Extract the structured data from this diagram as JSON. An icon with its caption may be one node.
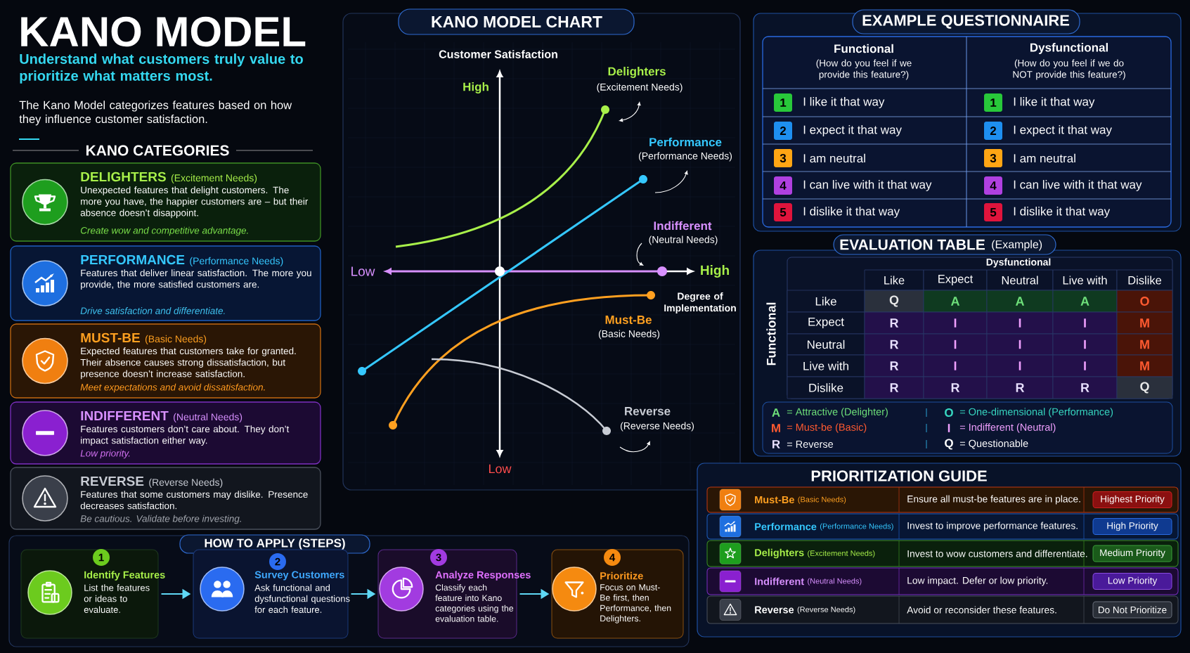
{
  "diagram": {
    "title": "KANO MODEL",
    "nodes": [
      {
        "text": [
          "DELIGHTERS",
          "(Excitement Needs)",
          "Unexpected features that delight customers. The more you have, the happier customers are – but their absence doesn’t disappoint.",
          "Create wow and competitive advantage."
        ]
      },
      {
        "text": [
          "PERFORMANCE",
          "(Performance Needs)",
          "Features that deliver linear satisfaction. The more you provide, the more satisfied customers are.",
          "Drive satisfaction and differentiate."
        ]
      },
      {
        "text": [
          "MUST-BE",
          "(Basic Needs)",
          "Expected features that customers take for granted. Their absence causes strong dissatisfaction, but presence doesn’t increase satisfaction.",
          "Meet expectations and avoid dissatisfaction."
        ]
      },
      {
        "text": [
          "INDIFFERENT",
          "(Neutral Needs)",
          "Features customers don’t care about. They don’t impact satisfaction either way.",
          "Low priority."
        ]
      },
      {
        "text": [
          "REVERSE",
          "(Reverse Needs)",
          "Features that some customers may dislike. Presence decreases satisfaction.",
          "Be cautious. Validate before investing."
        ]
      },
      {
        "text": [
          "HOW TO APPLY (STEPS)"
        ]
      },
      {
        "text": [
          "1",
          "Identify Features",
          "List the features or ideas to evaluate."
        ],
        "in": 5
      },
      {
        "text": [
          "2",
          "Survey Customers",
          "Ask functional and dysfunctional questions for each feature."
        ],
        "in": 5
      },
      {
        "text": [
          "3",
          "Analyze Responses",
          "Classify each feature into Kano categories using the evaluation table."
        ],
        "in": 5
      },
      {
        "text": [
          "4",
          "Prioritize",
          "Focus on Must-Be first, then Performance, then Delighters."
        ],
        "in": 5
      }
    ],
    "edges": [
      {
        "from": 6,
        "to": 7,
        "arrow": "to"
      },
      {
        "from": 7,
        "to": 8,
        "arrow": "to"
      },
      {
        "from": 8,
        "to": 9,
        "arrow": "to"
      }
    ],
    "labels": [
      "Understand what customers truly value to prioritize what matters most.",
      "The Kano Model categorizes features based on how they influence customer satisfaction.",
      "KANO CATEGORIES",
      "KANO MODEL CHART",
      "Customer Satisfaction",
      "High",
      "Delighters",
      "(Excitement Needs)",
      "Performance",
      "(Performance Needs)",
      "Indifferent",
      "(Neutral Needs)",
      "Low",
      "High",
      "Degree of Implementation",
      "Must-Be",
      "(Basic Needs)",
      "Reverse",
      "(Reverse Needs)",
      "Low",
      "EXAMPLE QUESTIONNAIRE",
      "Functional",
      "(How do you feel if we provide this feature?)",
      "Dysfunctional",
      "(How do you feel if we do NOT provide this feature?)",
      "1",
      "I like it that way",
      "1",
      "I like it that way",
      "2",
      "I expect it that way",
      "2",
      "I expect it that way",
      "3",
      "I am neutral",
      "3",
      "I am neutral",
      "4",
      "I can live with it that way",
      "4",
      "I can live with it that way",
      "5",
      "I dislike it that way",
      "5",
      "I dislike it that way",
      "EVALUATION TABLE",
      "(Example)",
      "Functional",
      "Dysfunctional",
      "Like",
      "Expect",
      "Neutral",
      "Live with",
      "Dislike",
      "Like",
      "Q",
      "A",
      "A",
      "A",
      "O",
      "Expect",
      "R",
      "I",
      "I",
      "I",
      "M",
      "Neutral",
      "R",
      "I",
      "I",
      "I",
      "M",
      "Live with",
      "R",
      "I",
      "I",
      "I",
      "M",
      "Dislike",
      "R",
      "R",
      "R",
      "R",
      "Q",
      "A",
      "= Attractive (Delighter)",
      "O",
      "= One-dimensional (Performance)",
      "M",
      "= Must-be (Basic)",
      "I",
      "= Indifferent (Neutral)",
      "R",
      "= Reverse",
      "Q",
      "= Questionable",
      "PRIORITIZATION GUIDE",
      "Must-Be",
      "(Basic Needs)",
      "Ensure all must-be features are in place.",
      "Highest Priority",
      "Performance",
      "(Performance Needs)",
      "Invest to improve performance features.",
      "High Priority",
      "Delighters",
      "(Excitement Needs)",
      "Invest to wow customers and differentiate.",
      "Medium Priority",
      "Indifferent",
      "(Neutral Needs)",
      "Low impact. Defer or low priority.",
      "Low Priority",
      "Reverse",
      "(Reverse Needs)",
      "Avoid or reconsider these features.",
      "Do Not Prioritize"
    ]
  }
}
